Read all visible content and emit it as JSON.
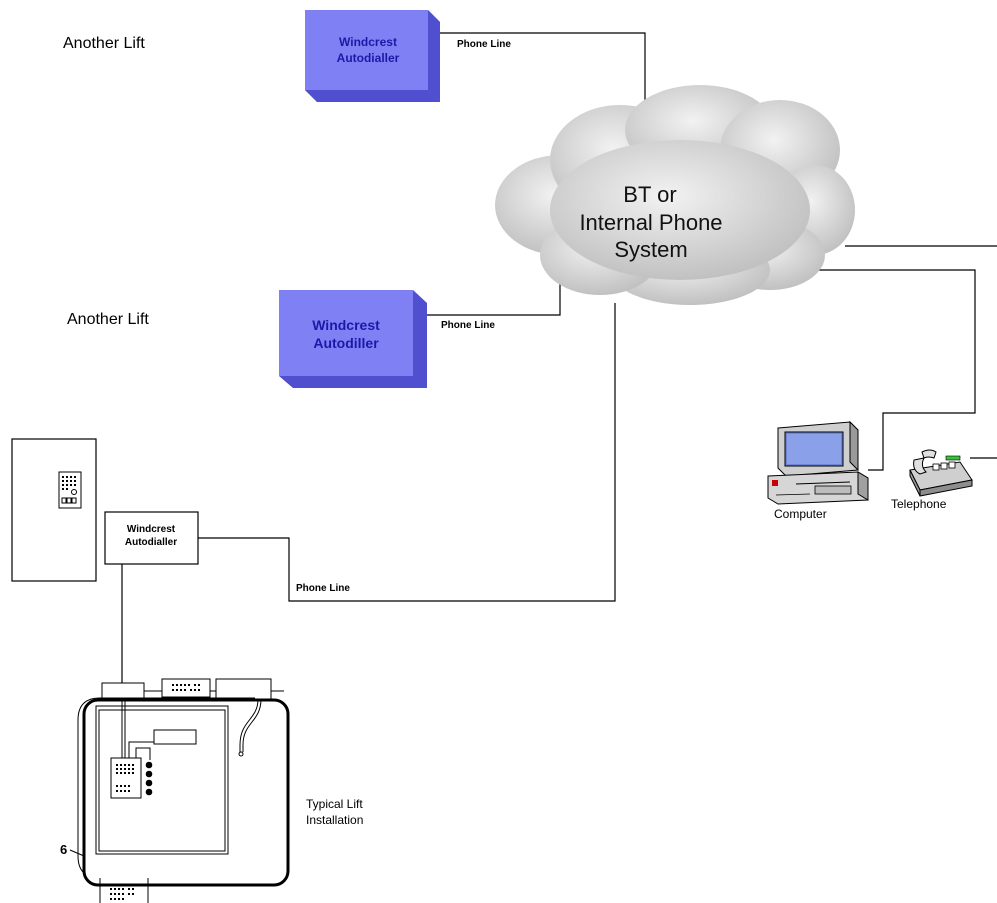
{
  "labels": {
    "another_lift_1": "Another Lift",
    "another_lift_2": "Another Lift",
    "typical_lift_line1": "Typical Lift",
    "typical_lift_line2": "Installation",
    "six": "6"
  },
  "cloud": {
    "line1": "BT or",
    "line2": "Internal Phone",
    "line3": "System"
  },
  "autodialler_1": {
    "line1": "Windcrest",
    "line2": "Autodialler"
  },
  "autodialler_2": {
    "line1": "Windcrest",
    "line2": "Autodiller"
  },
  "autodialler_3": {
    "line1": "Windcrest",
    "line2": "Autodialler"
  },
  "phone_lines": {
    "top": "Phone Line",
    "middle": "Phone Line",
    "bottom": "Phone Line"
  },
  "devices": {
    "computer": "Computer",
    "telephone": "Telephone"
  },
  "colors": {
    "autodialler_face": "#7a7af0",
    "autodialler_side": "#4f4fd0",
    "autodialler_top": "#a3a3ff",
    "cloud": "#d9d9d9"
  }
}
